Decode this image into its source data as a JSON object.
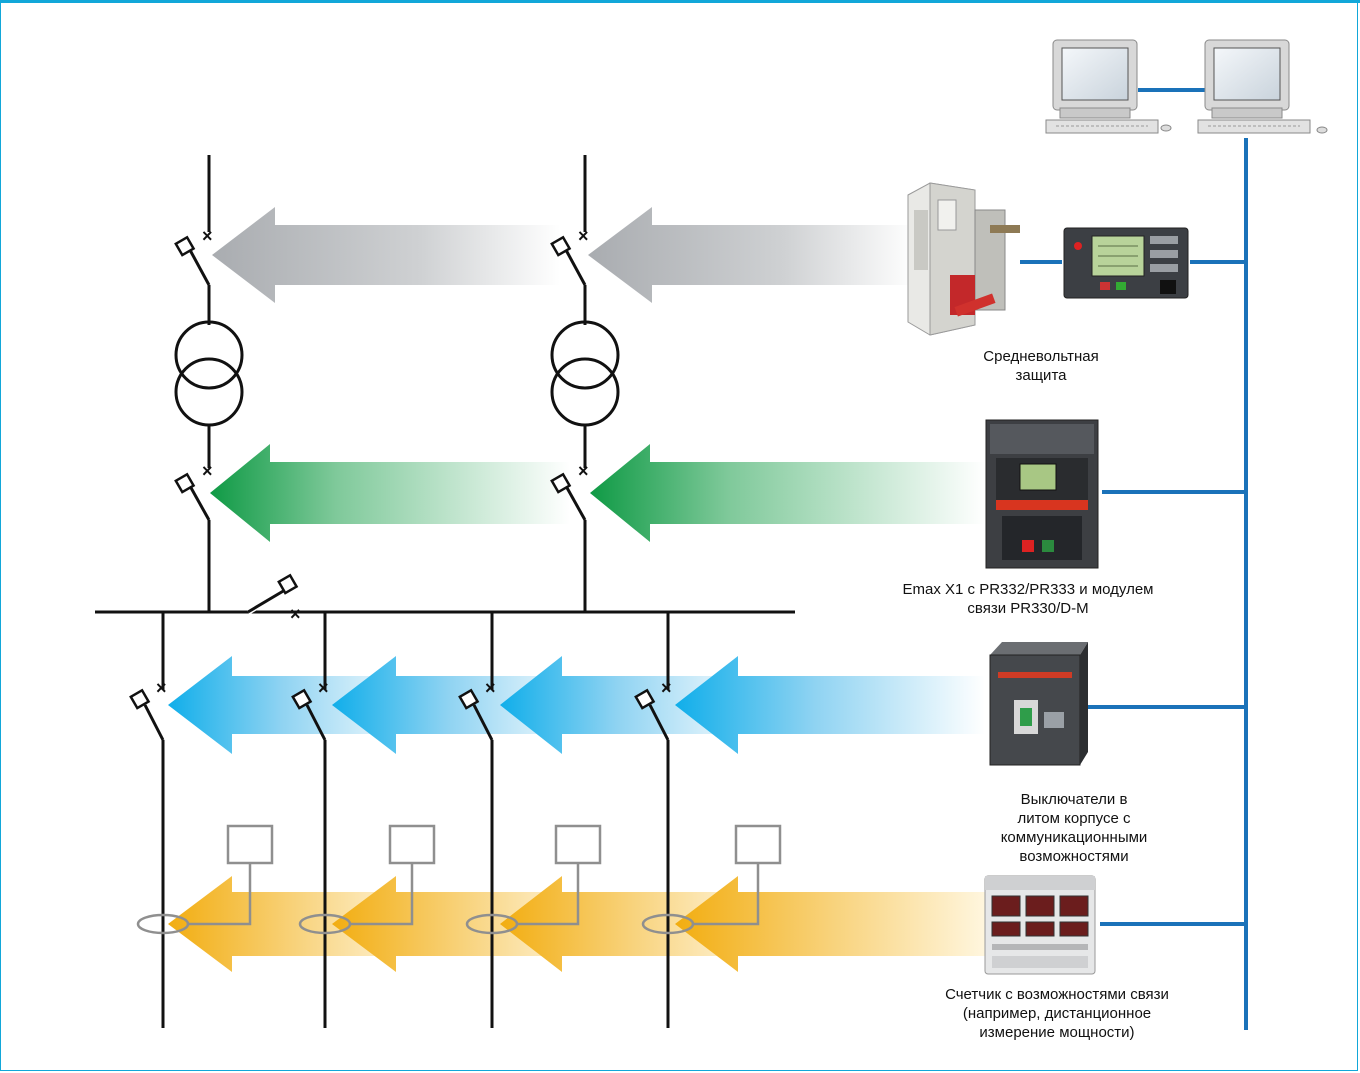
{
  "labels": {
    "mv_protection": "Средневольтная\n   защита",
    "emax": "Emax X1 c PR332/PR333 и модулем\nсвязи PR330/D-M",
    "mccb": "Выключатели в\n литом корпусе с\nкоммуникационными\nвозможностями",
    "meter": "Счетчик с возможностями связи\n(например, дистанционное\nизмерение мощности)"
  },
  "colors": {
    "frame": "#12a7d9",
    "bus_line": "#1a72b9",
    "arrow_gray": "#b9bcc0",
    "arrow_green": "#12a04a",
    "arrow_blue": "#19b2ea",
    "arrow_yellow": "#f4b418",
    "wire": "#111111",
    "meter_box": "#8f8f8f"
  },
  "icons": [
    "computer-icon",
    "mv-switchgear-icon",
    "relay-icon",
    "emax-breaker-icon",
    "mccb-icon",
    "power-meter-icon"
  ]
}
